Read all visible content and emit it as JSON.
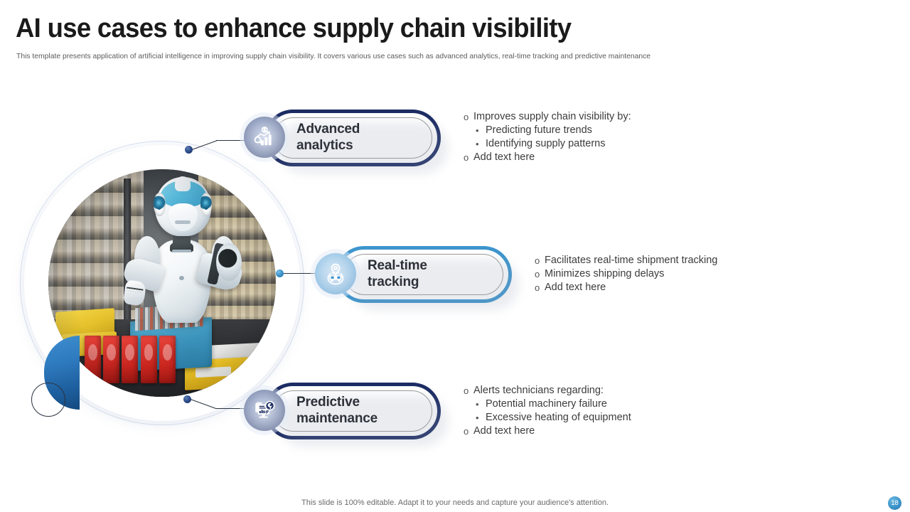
{
  "header": {
    "title": "AI use cases to enhance supply chain visibility",
    "subtitle": "This template presents application of artificial intelligence in improving supply chain visibility. It covers various use cases such as advanced analytics, real-time tracking and predictive maintenance"
  },
  "visual": {
    "alt": "robot-stocking-warehouse-shelves-photo",
    "decor_shape": "blue-leaf-shape",
    "decor_circle": "outline-circle"
  },
  "cards": [
    {
      "id": "advanced-analytics",
      "title_line1": "Advanced",
      "title_line2": "analytics",
      "icon": "analytics-chart-magnifier-icon",
      "accent": "#1c2c63",
      "bullets": [
        {
          "level": 1,
          "marker": "o",
          "text": "Improves  supply  chain visibility by:"
        },
        {
          "level": 2,
          "marker": "•",
          "text": "Predicting future  trends"
        },
        {
          "level": 2,
          "marker": "•",
          "text": "Identifying  supply  patterns"
        },
        {
          "level": 1,
          "marker": "o",
          "text": "Add text here"
        }
      ]
    },
    {
      "id": "real-time-tracking",
      "title_line1": "Real-time",
      "title_line2": "tracking",
      "icon": "location-pin-vehicle-tracking-icon",
      "accent": "#459ad0",
      "bullets": [
        {
          "level": 1,
          "marker": "o",
          "text": "Facilitates real-time shipment tracking"
        },
        {
          "level": 1,
          "marker": "o",
          "text": "Minimizes shipping delays"
        },
        {
          "level": 1,
          "marker": "o",
          "text": "Add text here"
        }
      ]
    },
    {
      "id": "predictive-maintenance",
      "title_line1": "Predictive",
      "title_line2": "maintenance",
      "icon": "monitor-report-wrench-icon",
      "accent": "#1c2c63",
      "bullets": [
        {
          "level": 1,
          "marker": "o",
          "text": "Alerts technicians regarding:"
        },
        {
          "level": 2,
          "marker": "•",
          "text": "Potential machinery  failure"
        },
        {
          "level": 2,
          "marker": "•",
          "text": "Excessive heating of equipment"
        },
        {
          "level": 1,
          "marker": "o",
          "text": "Add text here"
        }
      ]
    }
  ],
  "footer": {
    "note": "This slide is 100% editable. Adapt it to your needs and capture your audience's attention.",
    "page_number": "18"
  },
  "colors": {
    "navy": "#1c2c63",
    "blue": "#459ad0",
    "title": "#1a1a1a",
    "body": "#3c3c3c"
  }
}
